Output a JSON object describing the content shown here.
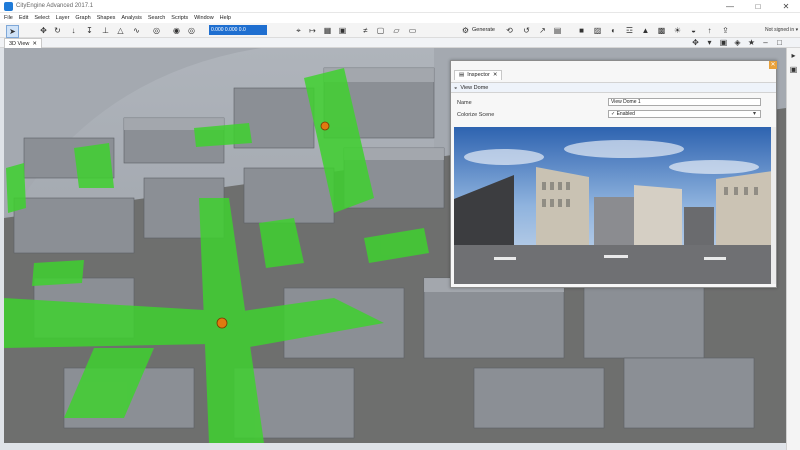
{
  "app": {
    "title": "CityEngine Advanced 2017.1",
    "window_controls": [
      "—",
      "□",
      "✕"
    ]
  },
  "menu": [
    "File",
    "Edit",
    "Select",
    "Layer",
    "Graph",
    "Shapes",
    "Analysis",
    "Search",
    "Scripts",
    "Window",
    "Help"
  ],
  "toolbar": {
    "coords_value": "0.000 0.000 0.0",
    "generate_label": "Generate",
    "signin_label": "Not signed in ▾"
  },
  "view": {
    "tab_label": "3D View"
  },
  "inspector": {
    "tab_label": "Inspector",
    "subtab_label": "View Dome",
    "fields": [
      {
        "label": "Name",
        "value": "View Dome 1"
      },
      {
        "label": "Colorize Scene",
        "value": "✓ Enabled"
      }
    ]
  },
  "icons": {
    "app": "cityengine-logo-icon",
    "close": "close-icon",
    "cursor": "select-arrow-icon",
    "generate": "generate-icon"
  },
  "colors": {
    "accent": "#1f6fd0",
    "highlight_green": "#3fd12f",
    "panel_close": "#e9a13a"
  }
}
